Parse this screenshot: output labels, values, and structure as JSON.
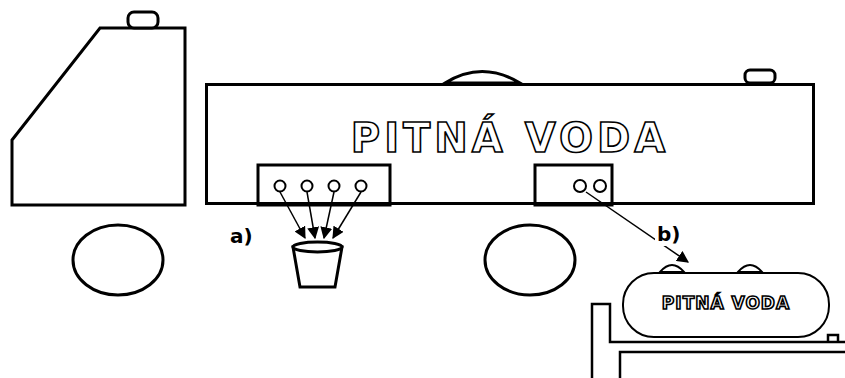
{
  "diagram": {
    "nodes": [
      {
        "text": [
          "PITNÁ VODA"
        ]
      },
      {
        "text": [
          "PITNÁ VODA"
        ]
      }
    ],
    "labels": [
      "a)",
      "b)"
    ]
  }
}
